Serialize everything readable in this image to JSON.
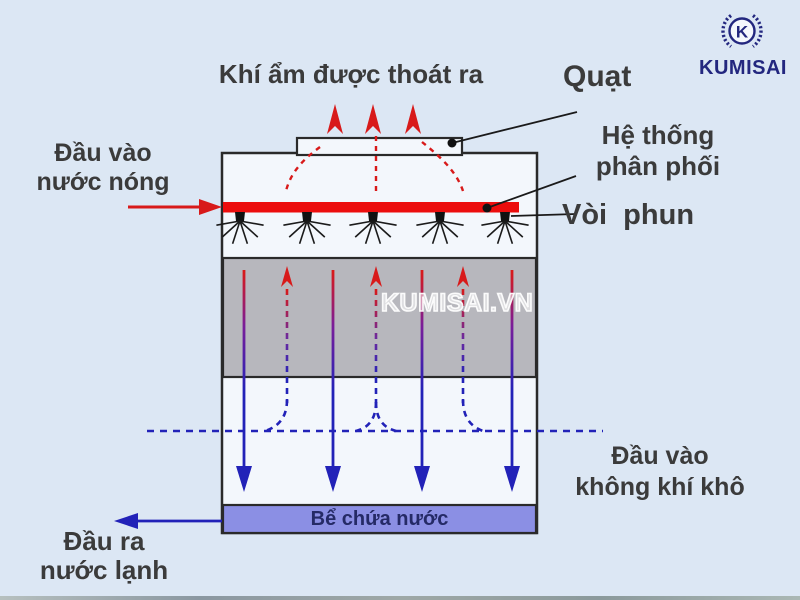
{
  "brand": {
    "monogram": "K",
    "name": "KUMISAI",
    "watermark": "KUMISAI.VN"
  },
  "labels": {
    "moist_air_out": "Khí ẩm được thoát ra",
    "fan": "Quạt",
    "distribution": {
      "line1": "Hệ thống",
      "line2": "phân phối"
    },
    "nozzle": "Vòi phun",
    "hot_water_inlet": {
      "line1": "Đầu vào",
      "line2": "nước nóng"
    },
    "dry_air_inlet": {
      "line1": "Đầu vào",
      "line2": "không khí khô"
    },
    "cold_water_outlet": {
      "line1": "Đầu ra",
      "line2": "nước lạnh"
    },
    "water_tank": "Bể chứa nước"
  },
  "colors": {
    "background": "#dce7f4",
    "hot": "#d81a1a",
    "cold": "#2222b8",
    "bar_red": "#ec0d0d",
    "fill_gray": "#b7b7bd",
    "tower_fill": "#f3f7fc",
    "tank_fill": "#8b8fe4",
    "outline": "#2a2a2a",
    "label_text": "#3b3b3b",
    "brand_navy": "#23277f",
    "tank_text": "#252a66",
    "callout": "#1a1a1a"
  }
}
